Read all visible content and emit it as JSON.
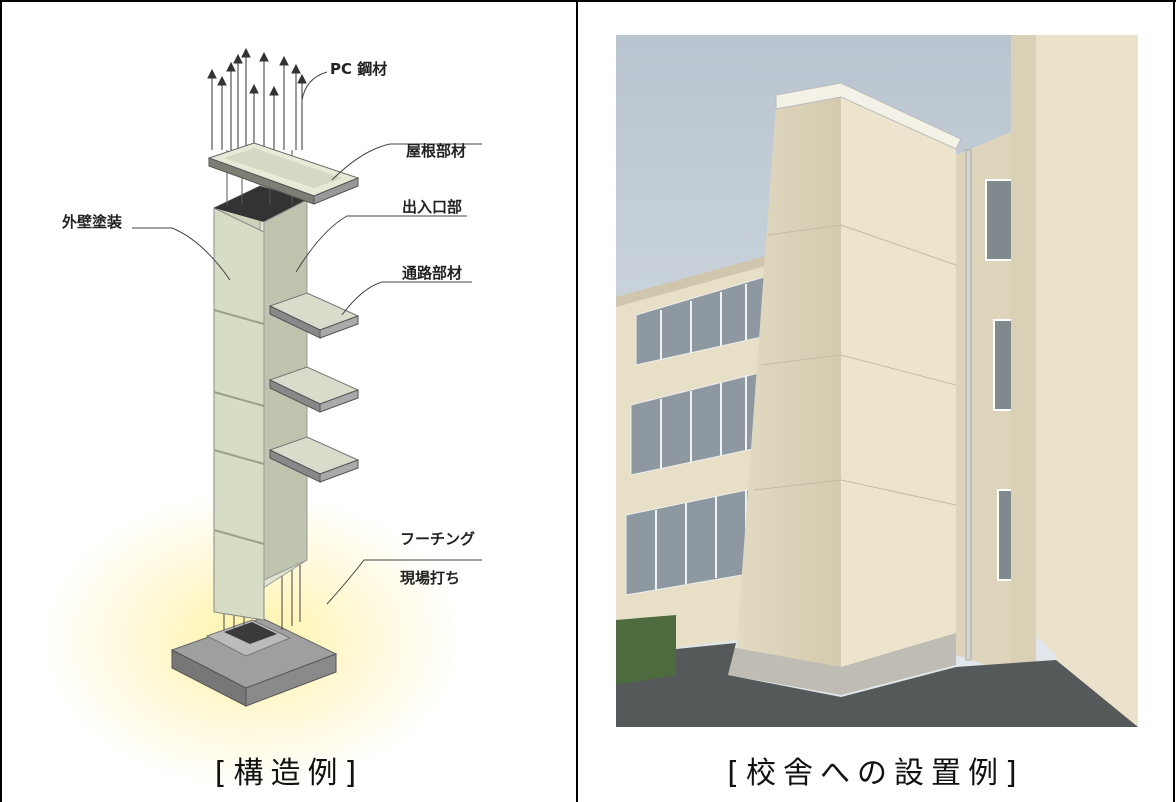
{
  "left_cell": {
    "caption": "[構造例]",
    "labels": {
      "pc_steel": "PC 鋼材",
      "roof_member": "屋根部材",
      "exterior_paint": "外壁塗装",
      "entrance": "出入口部",
      "passage_member": "通路部材",
      "footing": "フーチング",
      "cast_in_place": "現場打ち"
    }
  },
  "right_cell": {
    "caption": "[校舎への設置例]"
  }
}
